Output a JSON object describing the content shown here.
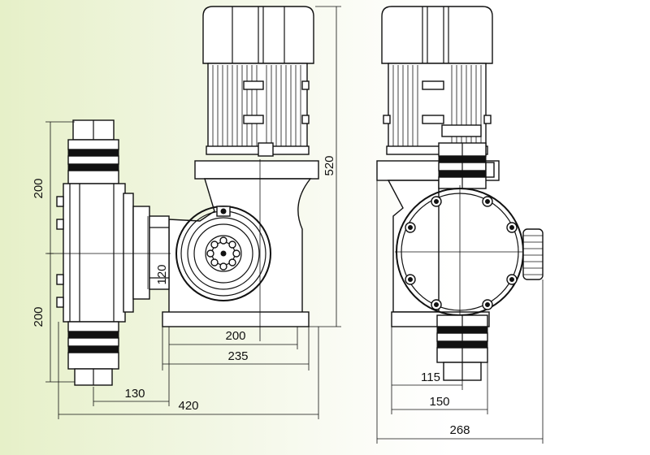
{
  "dimensions": {
    "height_upper": "200",
    "height_lower": "200",
    "total_height": "520",
    "port_height": "120",
    "base_inner": "200",
    "base_outer": "235",
    "head_offset": "130",
    "total_length": "420",
    "side_offset": "115",
    "side_base": "150",
    "side_width": "268"
  }
}
